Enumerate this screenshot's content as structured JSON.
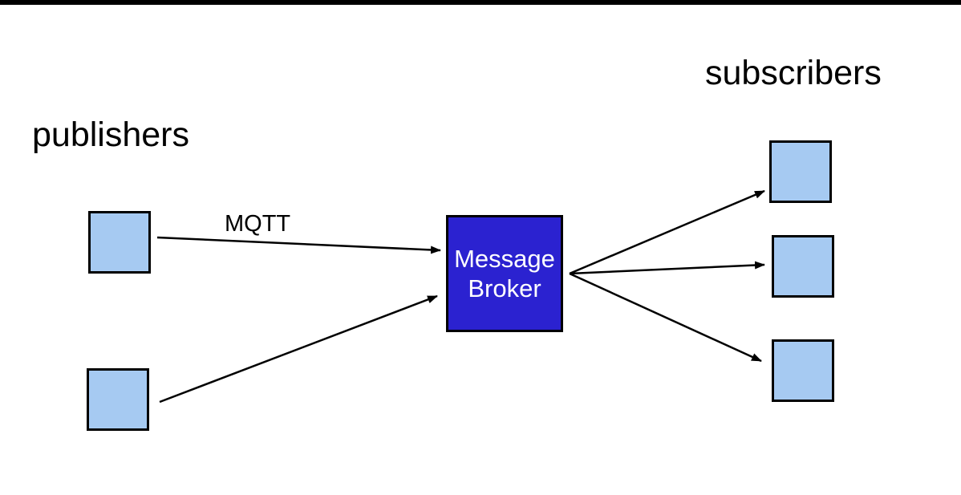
{
  "diagram": {
    "publishers_label": "publishers",
    "subscribers_label": "subscribers",
    "protocol_label": "MQTT",
    "broker_label": "Message Broker"
  },
  "colors": {
    "background": "#FFFFFF",
    "top_bar": "#000000",
    "node_fill": "#A6CAF2",
    "node_border": "#000000",
    "broker_fill": "#2B22D0",
    "broker_text": "#FFFFFF",
    "arrow": "#000000",
    "label_text": "#000000"
  }
}
